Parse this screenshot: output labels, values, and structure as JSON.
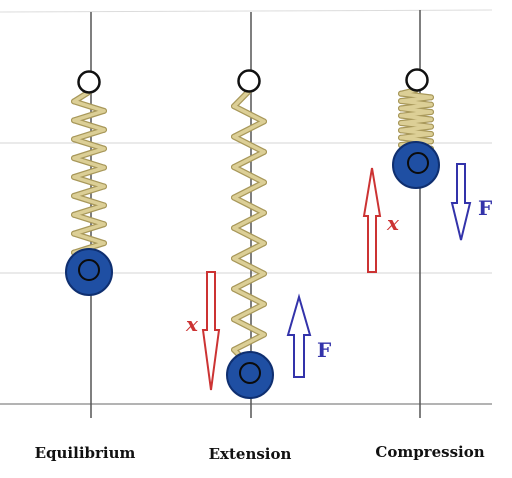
{
  "panels": [
    {
      "caption": "Equilibrium"
    },
    {
      "caption": "Extension",
      "displacement_label": "x",
      "force_label": "F"
    },
    {
      "caption": "Compression",
      "displacement_label": "x",
      "force_label": "F"
    }
  ],
  "colors": {
    "spring": "#dccf96",
    "spring_dark": "#a8985a",
    "mass": "#1f4fa3",
    "mass_dark": "#0f2f70",
    "displacement_arrow": "#cc3333",
    "force_arrow": "#3333aa",
    "grid_line": "#d9d9d9",
    "axis_line": "#555555"
  },
  "icons": [
    "pivot-circle-icon",
    "spring-coil",
    "mass-ball-icon",
    "up-arrow-icon",
    "down-arrow-icon"
  ]
}
